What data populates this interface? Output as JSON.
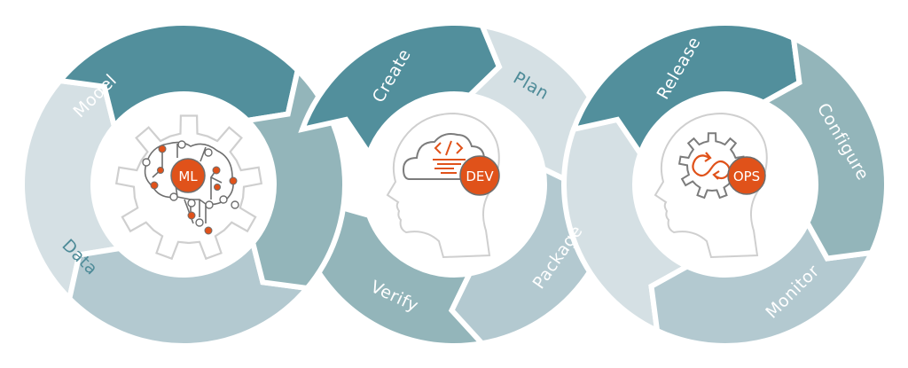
{
  "diagram": {
    "title": "MLOps / DevOps lifecycle",
    "colors": {
      "dark_teal": "#528f9c",
      "mid_teal": "#93b5ba",
      "pale_teal": "#b3c9d0",
      "lightest": "#d5e0e4",
      "accent_orange": "#e0521a",
      "icon_gray": "#8a8a8a",
      "outline_gray": "#c8c8c8"
    },
    "rings": [
      {
        "id": "ml",
        "badge": "ML",
        "icon": "brain-network-gear-icon",
        "segments": [
          {
            "label": "Model",
            "color_key": "dark_teal"
          },
          {
            "label": "",
            "color_key": "mid_teal"
          },
          {
            "label": "",
            "color_key": "pale_teal"
          },
          {
            "label": "Data",
            "color_key": "lightest"
          }
        ]
      },
      {
        "id": "dev",
        "badge": "DEV",
        "icon": "head-cloud-code-icon",
        "segments": [
          {
            "label": "Create",
            "color_key": "dark_teal"
          },
          {
            "label": "Plan",
            "color_key": "lightest"
          },
          {
            "label": "Package",
            "color_key": "pale_teal"
          },
          {
            "label": "Verify",
            "color_key": "mid_teal"
          }
        ]
      },
      {
        "id": "ops",
        "badge": "OPS",
        "icon": "head-gear-infinity-icon",
        "segments": [
          {
            "label": "Release",
            "color_key": "dark_teal"
          },
          {
            "label": "Configure",
            "color_key": "mid_teal"
          },
          {
            "label": "Monitor",
            "color_key": "pale_teal"
          },
          {
            "label": "",
            "color_key": "lightest"
          }
        ]
      }
    ]
  }
}
